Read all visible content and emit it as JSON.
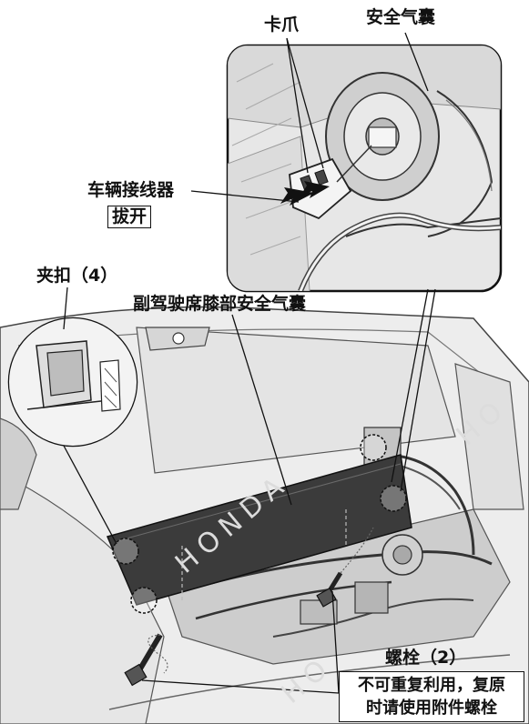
{
  "labels": {
    "claw": "卡爪",
    "airbag": "安全气囊",
    "vehicle_connector": "车辆接线器",
    "disconnect": "拔开",
    "clip": "夹扣（4）",
    "knee_airbag": "副驾驶席膝部安全气囊",
    "bolt": "螺栓（2）",
    "note_line1": "不可重复利用，复原",
    "note_line2": "时请使用附件螺栓"
  },
  "watermark": "HONDA"
}
